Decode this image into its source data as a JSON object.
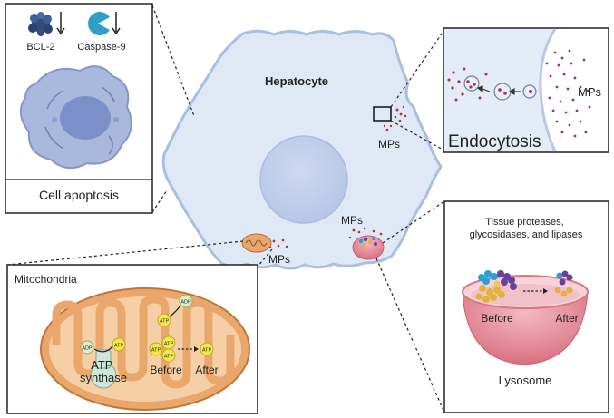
{
  "hepatocyte": {
    "label": "Hepatocyte",
    "mps_upper": "MPs",
    "mps_lysosome": "MPs",
    "mps_mito": "MPs"
  },
  "apoptosis_panel": {
    "bcl2_label": "BCL-2",
    "caspase_label": "Caspase-9",
    "caption": "Cell apoptosis",
    "bcl2_icon": "bcl2-protein-icon",
    "caspase_icon": "caspase9-pacman-icon"
  },
  "endocytosis_panel": {
    "mps_label": "MPs",
    "caption": "Endocytosis"
  },
  "mitochondria_panel": {
    "title": "Mitochondria",
    "atp": "ATP",
    "adp": "ADP",
    "atp_synthase": "ATP\nsynthase",
    "before": "Before",
    "after": "After"
  },
  "lysosome_panel": {
    "enzymes": "Tissue proteases,\nglycosidases, and lipases",
    "before": "Before",
    "after": "After",
    "caption": "Lysosome"
  },
  "colors": {
    "cell_fill": "#dfe9f6",
    "cell_stroke": "#a9bfdf",
    "nucleus": "#c3d2ec",
    "mito_outer": "#e9a76b",
    "mito_inner": "#f6cfa6",
    "lysosome": "#e99aa8",
    "particle": "#b0303a",
    "atp_yellow": "#f5e84a"
  }
}
